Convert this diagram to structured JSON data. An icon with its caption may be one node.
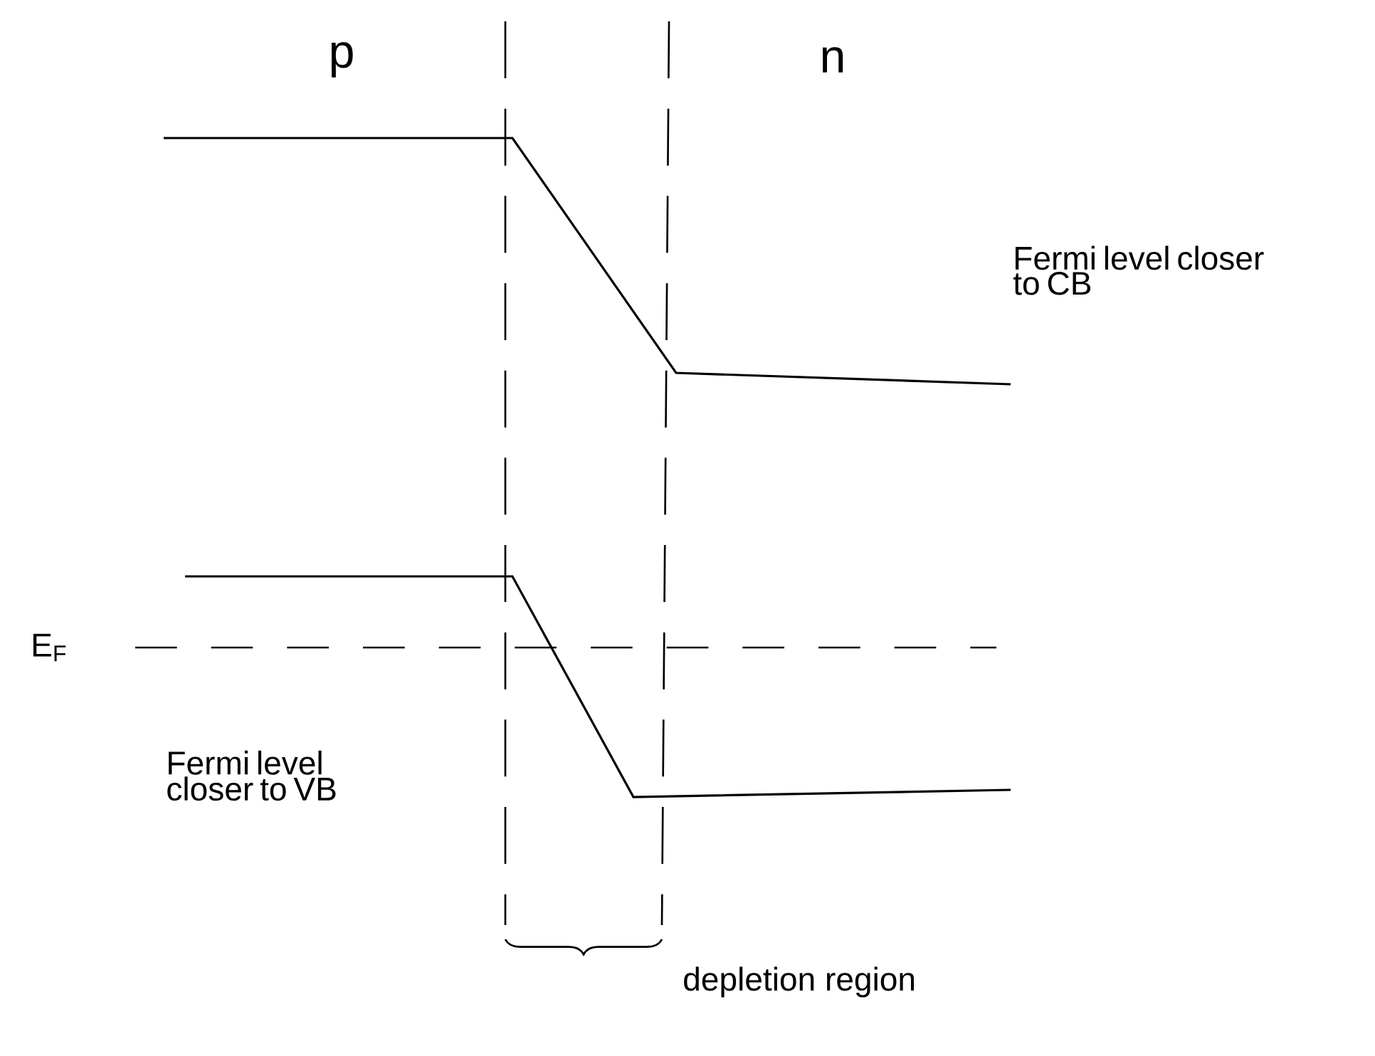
{
  "diagram": {
    "labels": [
      "p",
      "n",
      "Fermi level closer to CB",
      "E$_{F}$",
      "Fermi level closer to VB",
      "depletion region"
    ]
  }
}
